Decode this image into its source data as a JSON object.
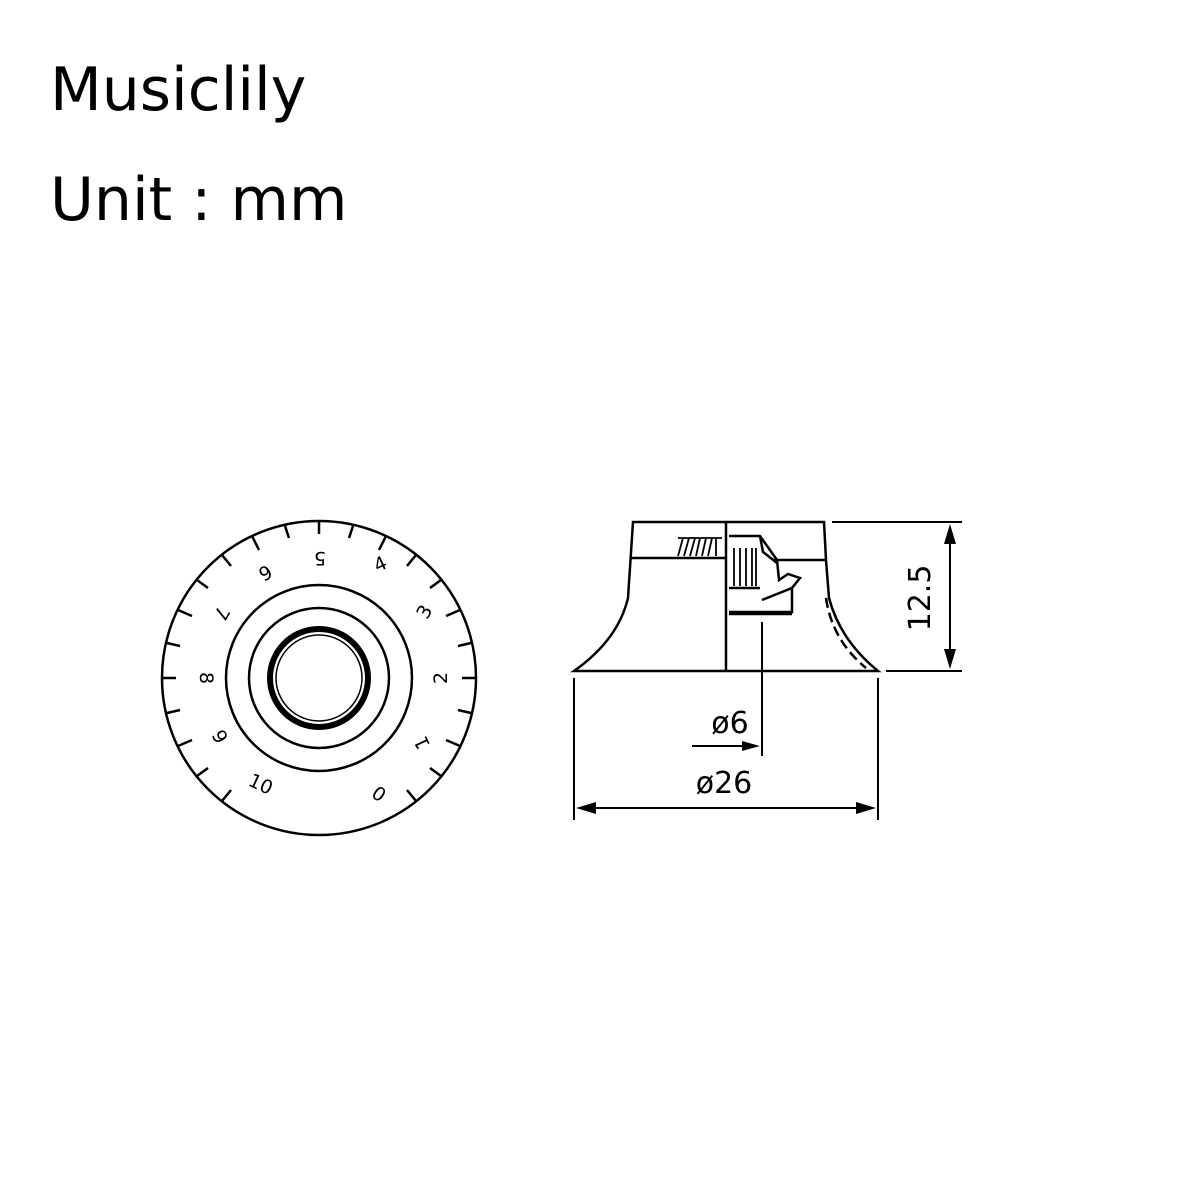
{
  "header": {
    "brand": "Musiclily",
    "unit_label": "Unit : mm"
  },
  "top_view": {
    "dial_numbers": [
      "0",
      "1",
      "2",
      "3",
      "4",
      "5",
      "6",
      "7",
      "8",
      "9",
      "10"
    ]
  },
  "side_view": {
    "dimensions": {
      "height": "12.5",
      "shaft_diameter": "ø6",
      "outer_diameter": "ø26"
    }
  }
}
